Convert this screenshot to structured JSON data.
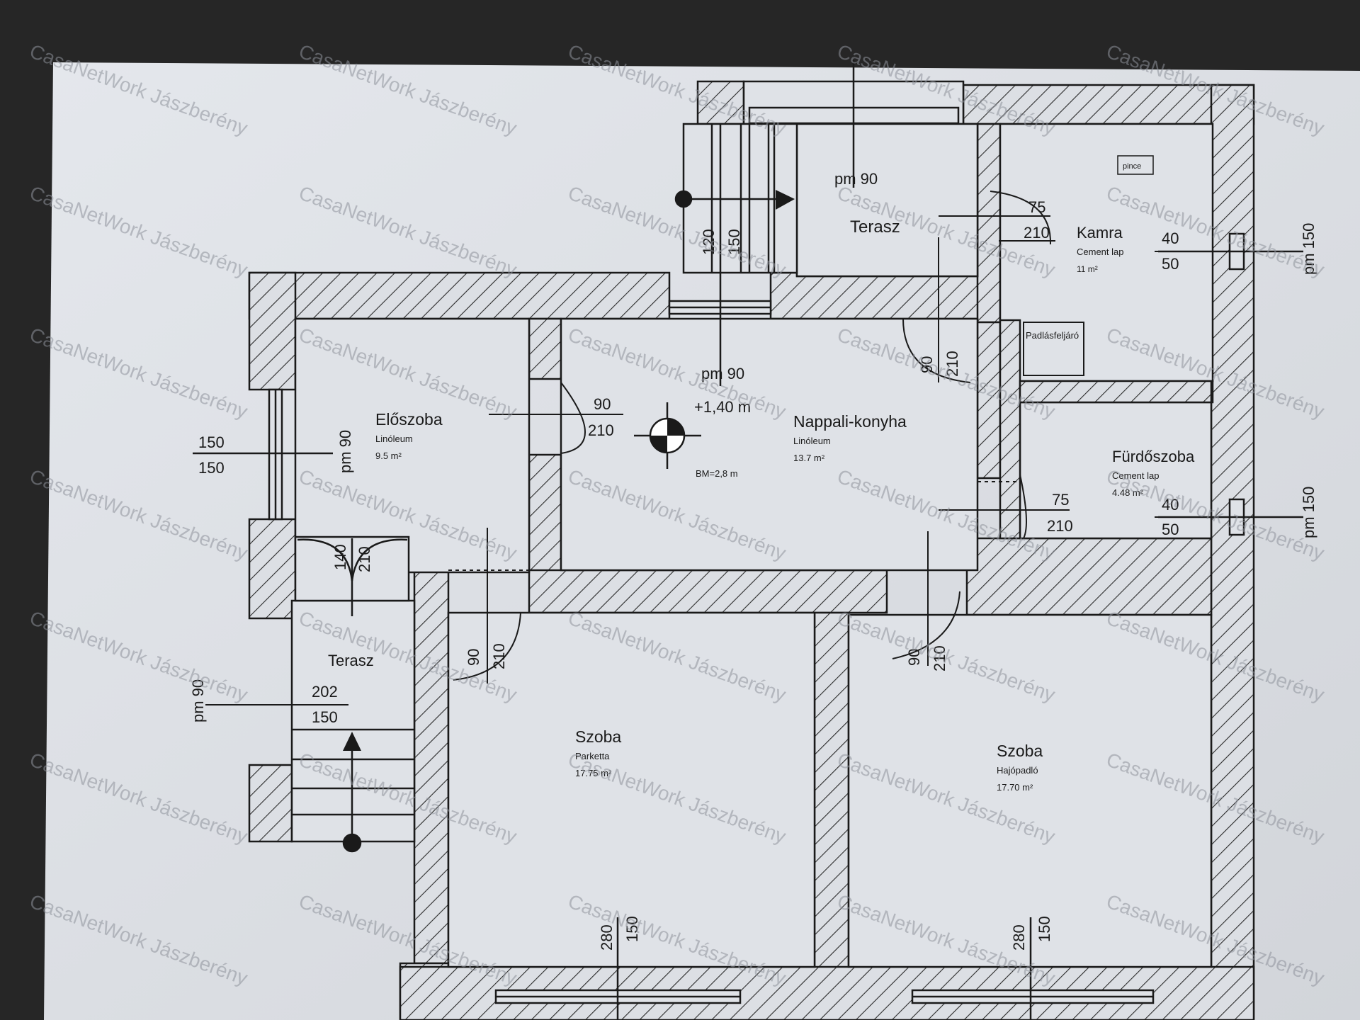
{
  "colors": {
    "background": "#262626",
    "paper": "#dcdfe4",
    "ink": "#1a1a1a",
    "wall_hatch": "#2a2a2a",
    "watermark": "#8e939b"
  },
  "watermark": "CasaNetWork Jászberény",
  "rooms": [
    {
      "id": "terasz-top",
      "name": "Terasz",
      "floor": "",
      "area": ""
    },
    {
      "id": "kamra",
      "name": "Kamra",
      "floor": "Cement lap",
      "area": "11 m²"
    },
    {
      "id": "eloszoba",
      "name": "Előszoba",
      "floor": "Linóleum",
      "area": "9.5 m²"
    },
    {
      "id": "nappali",
      "name": "Nappali-konyha",
      "floor": "Linóleum",
      "area": "13.7 m²"
    },
    {
      "id": "furdoszoba",
      "name": "Fürdőszoba",
      "floor": "Cement lap",
      "area": "4.48 m²"
    },
    {
      "id": "terasz-left",
      "name": "Terasz",
      "floor": "",
      "area": ""
    },
    {
      "id": "szoba-left",
      "name": "Szoba",
      "floor": "Parketta",
      "area": "17.75 m²"
    },
    {
      "id": "szoba-right",
      "name": "Szoba",
      "floor": "Hajópadló",
      "area": "17.70 m²"
    }
  ],
  "labels": {
    "pince": "pince",
    "padlasfeljaro": "Padlásfeljáró",
    "level": "+1,40 m",
    "bm": "BM=2,8 m"
  },
  "dimensions": {
    "pm_top_terasz": "pm 90",
    "pm_nappali": "pm 90",
    "pm_eloszoba": "pm 90",
    "pm_left_terasz": "pm 90",
    "pm_kamra": "pm 150",
    "pm_furdo": "pm 150",
    "stair_120": "120",
    "stair_150": "150",
    "kamra_door_w": "75",
    "kamra_door_h": "210",
    "kamra_win_w": "40",
    "kamra_win_h": "50",
    "nappali_door_w": "90",
    "nappali_door_h": "210",
    "eloszoba_door_w": "90",
    "eloszoba_door_h": "210",
    "eloszoba_win_w": "150",
    "eloszoba_win_h": "150",
    "furdo_door_w": "75",
    "furdo_door_h": "210",
    "furdo_win_w": "40",
    "furdo_win_h": "50",
    "entry_door_w": "140",
    "entry_door_h": "210",
    "terasz_202": "202",
    "terasz_150": "150",
    "szoba_l_door_w": "90",
    "szoba_l_door_h": "210",
    "szoba_r_door_w": "90",
    "szoba_r_door_h": "210",
    "szoba_l_win_h": "280",
    "szoba_l_win_w": "150",
    "szoba_r_win_h": "280",
    "szoba_r_win_w": "150"
  }
}
